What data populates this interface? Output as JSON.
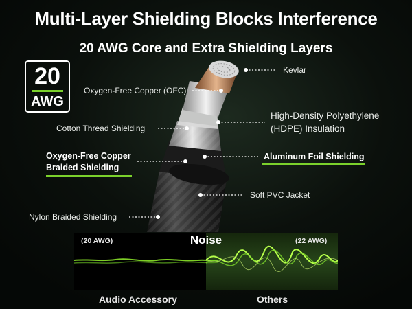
{
  "title": "Multi-Layer Shielding Blocks Interference",
  "subtitle": "20 AWG Core and Extra Shielding Layers",
  "badge": {
    "number": "20",
    "unit": "AWG"
  },
  "labels": {
    "kevlar": "Kevlar",
    "ofc": "Oxygen-Free Copper (OFC)",
    "hdpe_line1": "High-Density Polyethylene",
    "hdpe_line2": "(HDPE) Insulation",
    "cotton": "Cotton Thread Shielding",
    "ofc_braid_line1": "Oxygen-Free Copper",
    "ofc_braid_line2": "Braided Shielding",
    "aluminum": "Aluminum Foil Shielding",
    "pvc": "Soft PVC Jacket",
    "nylon": "Nylon Braided Shielding"
  },
  "comparison": {
    "title": "Noise",
    "left_tag": "(20 AWG)",
    "right_tag": "(22 AWG)",
    "left_label": "Audio Accessory",
    "right_label": "Others"
  },
  "colors": {
    "accent_green": "#7bd12c",
    "background": "#0b100c",
    "copper": "#c8906a",
    "braid": "#3a3a3a"
  }
}
